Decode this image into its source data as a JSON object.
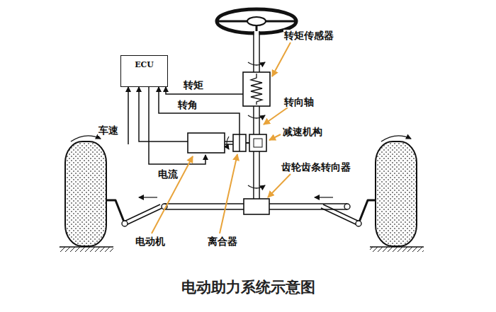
{
  "diagram": {
    "title": "电动助力系统示意图",
    "nodes": [
      {
        "text": [
          "ECU"
        ]
      }
    ],
    "edges": [],
    "labels": [
      "转矩传感器",
      "转矩",
      "转角",
      "转向轴",
      "减速机构",
      "车速",
      "齿轮齿条转向器",
      "电流",
      "电动机",
      "离合器"
    ]
  }
}
